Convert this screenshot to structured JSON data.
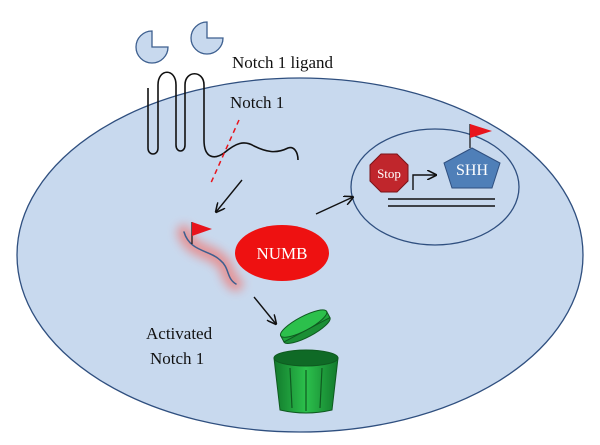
{
  "labels": {
    "ligand": "Notch 1 ligand",
    "receptor": "Notch 1",
    "numb": "NUMB",
    "stop": "Stop",
    "shh": "SHH",
    "activated_line1": "Activated",
    "activated_line2": "Notch 1"
  },
  "colors": {
    "cell_fill": "#c8d9ee",
    "cell_stroke": "#2f4f7f",
    "nucleus_stroke": "#2f4f7f",
    "numb_fill": "#ee1111",
    "stop_fill": "#c0262c",
    "shh_fill": "#4f7fb8",
    "flag_red": "#e8141c",
    "bin_green": "#1ea63c",
    "ligand_fill": "#c8d9ee",
    "ligand_stroke": "#3d5f8f",
    "cleave_line": "#e8141c",
    "glow": "#e88a8a"
  },
  "icons": {
    "ligand": "ligand-pacman-icon",
    "stop": "stop-sign-icon",
    "flag": "red-flag-icon",
    "bin": "trash-bin-icon",
    "shh": "pentagon-icon"
  }
}
